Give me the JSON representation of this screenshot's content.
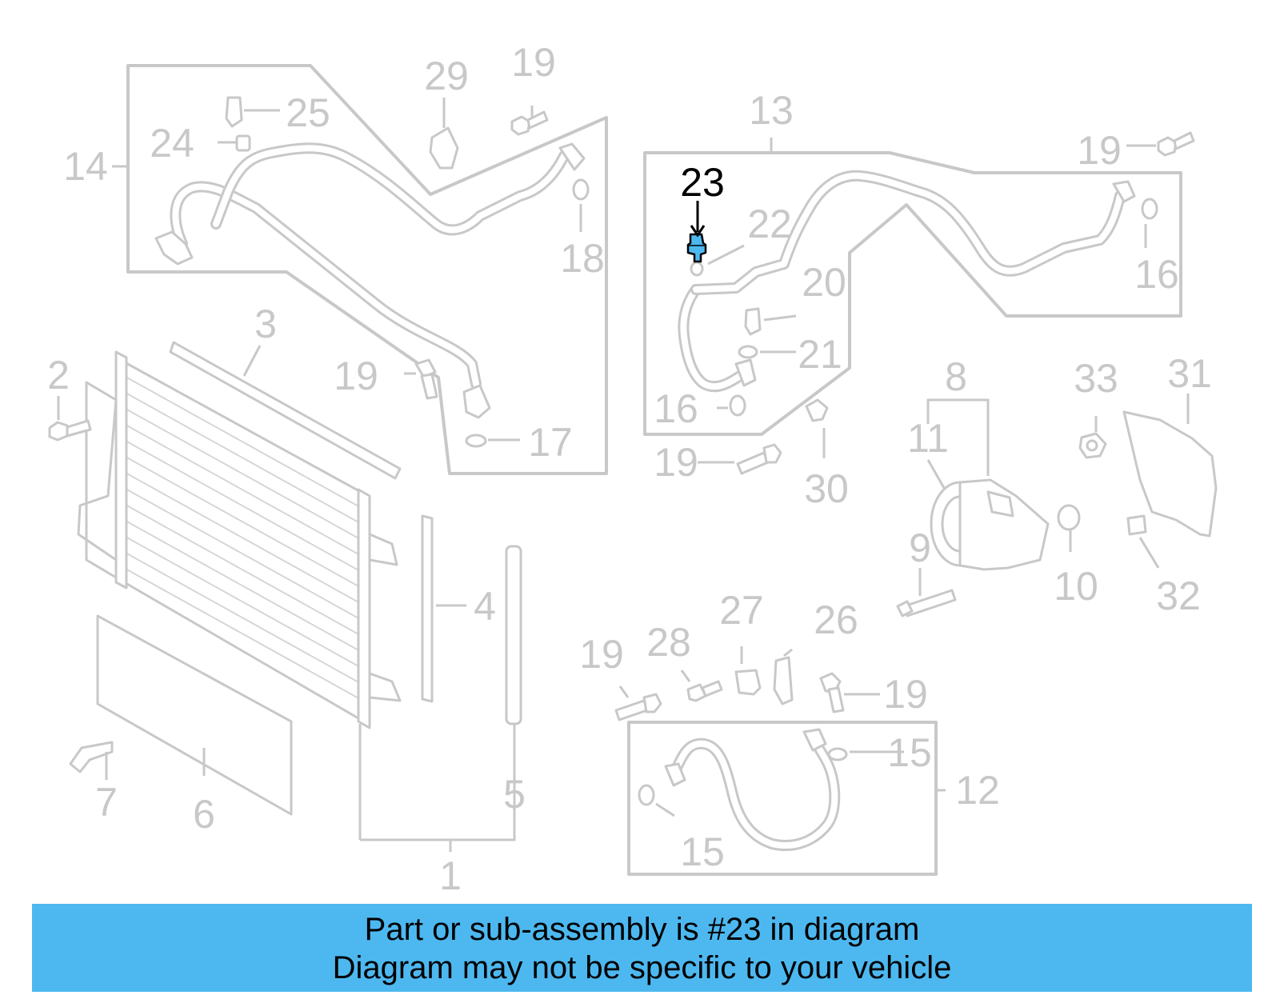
{
  "callouts": [
    {
      "id": "c1",
      "label": "1"
    },
    {
      "id": "c2",
      "label": "2"
    },
    {
      "id": "c3",
      "label": "3"
    },
    {
      "id": "c4",
      "label": "4"
    },
    {
      "id": "c5",
      "label": "5"
    },
    {
      "id": "c6",
      "label": "6"
    },
    {
      "id": "c7",
      "label": "7"
    },
    {
      "id": "c8",
      "label": "8"
    },
    {
      "id": "c9",
      "label": "9"
    },
    {
      "id": "c10",
      "label": "10"
    },
    {
      "id": "c11",
      "label": "11"
    },
    {
      "id": "c12",
      "label": "12"
    },
    {
      "id": "c13",
      "label": "13"
    },
    {
      "id": "c14",
      "label": "14"
    },
    {
      "id": "c15a",
      "label": "15"
    },
    {
      "id": "c15b",
      "label": "15"
    },
    {
      "id": "c16a",
      "label": "16"
    },
    {
      "id": "c16b",
      "label": "16"
    },
    {
      "id": "c17",
      "label": "17"
    },
    {
      "id": "c18",
      "label": "18"
    },
    {
      "id": "c19a",
      "label": "19"
    },
    {
      "id": "c19b",
      "label": "19"
    },
    {
      "id": "c19c",
      "label": "19"
    },
    {
      "id": "c19d",
      "label": "19"
    },
    {
      "id": "c19e",
      "label": "19"
    },
    {
      "id": "c19f",
      "label": "19"
    },
    {
      "id": "c20",
      "label": "20"
    },
    {
      "id": "c21",
      "label": "21"
    },
    {
      "id": "c22",
      "label": "22"
    },
    {
      "id": "c23",
      "label": "23"
    },
    {
      "id": "c24",
      "label": "24"
    },
    {
      "id": "c25",
      "label": "25"
    },
    {
      "id": "c26",
      "label": "26"
    },
    {
      "id": "c27",
      "label": "27"
    },
    {
      "id": "c28",
      "label": "28"
    },
    {
      "id": "c29",
      "label": "29"
    },
    {
      "id": "c30",
      "label": "30"
    },
    {
      "id": "c31",
      "label": "31"
    },
    {
      "id": "c32",
      "label": "32"
    },
    {
      "id": "c33",
      "label": "33"
    }
  ],
  "highlight_part": "23",
  "colors": {
    "highlight_part": "#4db8f0",
    "banner": "#4db8f0",
    "line_art": "#c8c8c8",
    "highlight_label": "#000000"
  },
  "banner": {
    "line1": "Part or sub-assembly is #23 in diagram",
    "line2": "Diagram may not be specific to your vehicle"
  }
}
